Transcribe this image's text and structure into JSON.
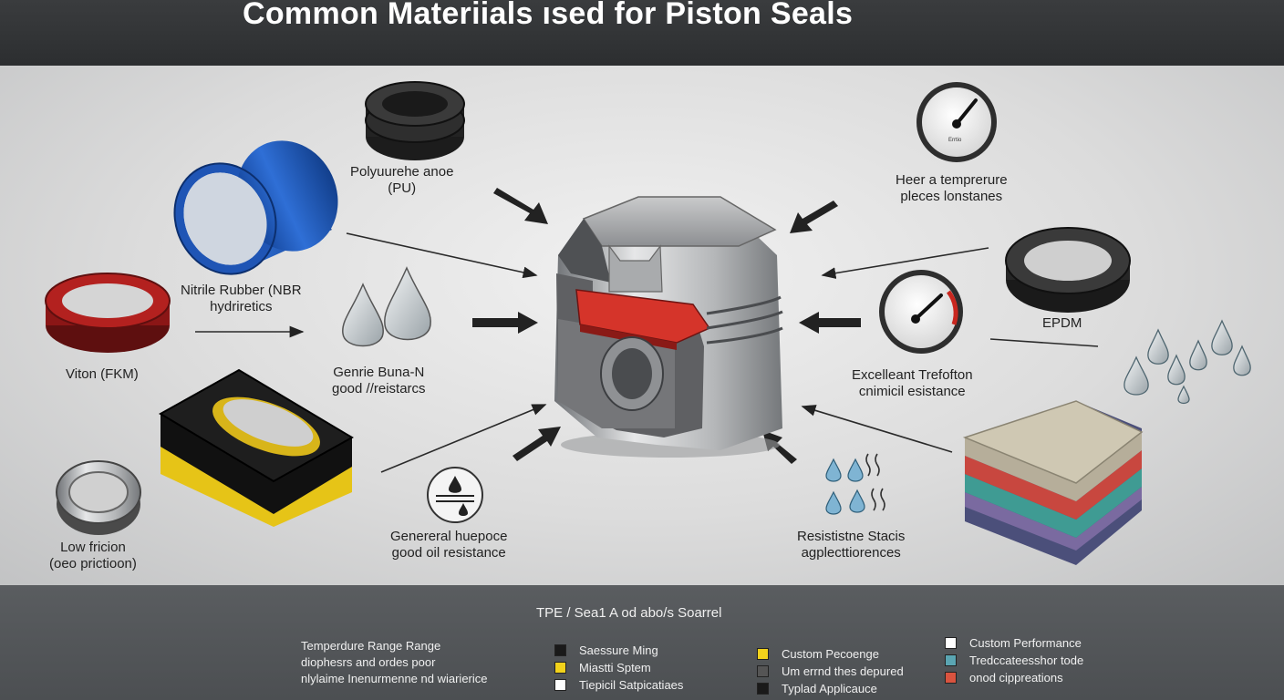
{
  "title": "Common Materiials ısed for Piston Seals",
  "labels": {
    "polyurethane": [
      "Polyuurehe anoe",
      "(PU)"
    ],
    "nitrile": [
      "Nitrile Rubber (NBR",
      "hydriretics"
    ],
    "viton": [
      "Viton (FKM)"
    ],
    "buna": [
      "Genrie Buna-N",
      "good //reistarcs"
    ],
    "low_friction": [
      "Low fricion",
      "(oeo prictioon)"
    ],
    "general": [
      "Genereral huepoce",
      "good oil resistance"
    ],
    "high_temp": [
      "Heer a temprerure",
      "pleces lonstanes"
    ],
    "epdm": [
      "EPDM"
    ],
    "excellent": [
      "Excelleant Trefofton",
      "cnimicil esistance"
    ],
    "resistance": [
      "Resististne Stacis",
      "agplecttiorences"
    ]
  },
  "gauge_text": "Errtio",
  "footer": {
    "heading": "TPE / Sea1 A od abo/s Soarrel",
    "desc": [
      "Temperdure Range Range",
      "diophesrs and ordes poor",
      "nlylaime Inenurmenne nd wiarierice"
    ],
    "legend_cols": [
      [
        {
          "label": "Saessure Ming",
          "color": "#1a1a1a"
        },
        {
          "label": "Miastti Sptem",
          "color": "#f2d21b"
        },
        {
          "label": "Tiepicil Satpicatiaes",
          "color": "#ffffff"
        }
      ],
      [
        {
          "label": "Custom Pecoenge",
          "color": "#f2d21b"
        },
        {
          "label": "Um errnd thes depured",
          "color": "#555555"
        },
        {
          "label": "Typlad Applicauce",
          "color": "#1a1a1a"
        }
      ],
      [
        {
          "label": "Custom Performance",
          "color": "#ffffff"
        },
        {
          "label": "Tredccateesshor tode",
          "color": "#5aa5b2"
        },
        {
          "label": "onod cippreations",
          "color": "#d9533f"
        }
      ]
    ]
  }
}
